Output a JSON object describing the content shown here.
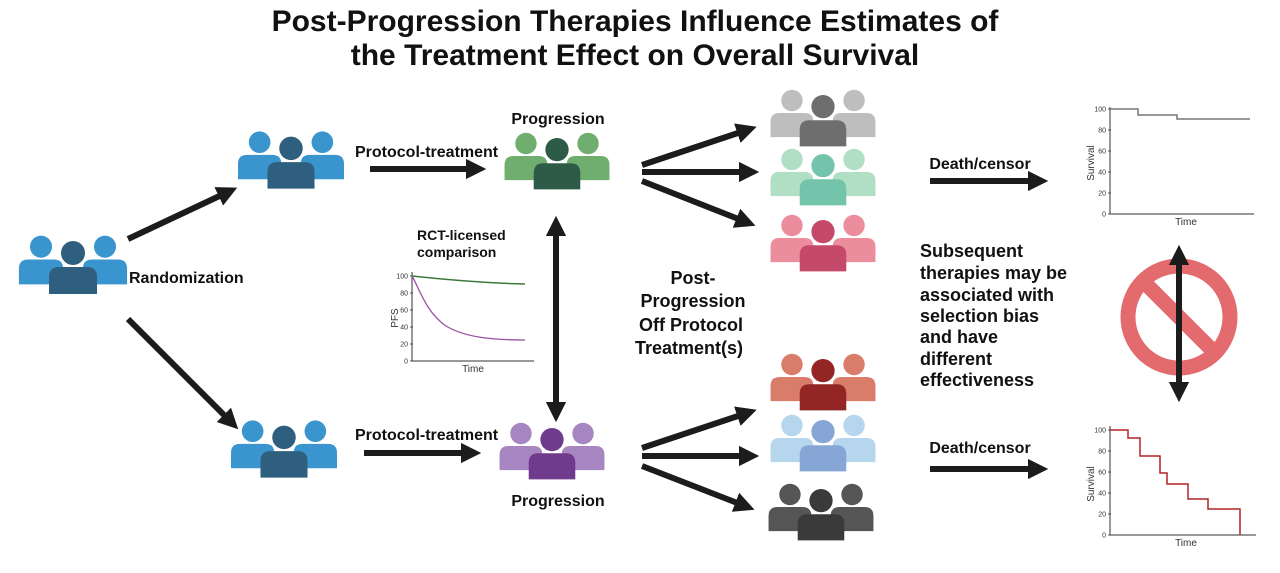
{
  "title_line1": "Post-Progression Therapies Influence Estimates of",
  "title_line2": "the Treatment Effect on Overall Survival",
  "labels": {
    "randomization": "Randomization",
    "protocol_treatment_top": "Protocol-treatment",
    "protocol_treatment_bottom": "Protocol-treatment",
    "progression_top": "Progression",
    "progression_bottom": "Progression",
    "rct_line1": "RCT-licensed",
    "rct_line2": "comparison",
    "post_line1": "Post-",
    "post_line2": "Progression",
    "post_line3": "Off Protocol",
    "post_line4": "Treatment(s)",
    "death_censor_top": "Death/censor",
    "death_censor_bottom": "Death/censor",
    "subsequent": [
      "Subsequent",
      "therapies may be",
      "associated with",
      "selection bias",
      "and have",
      "different",
      "effectiveness"
    ]
  },
  "colors": {
    "blue_front": "#2f5f7e",
    "blue_back": "#3a95cf",
    "green_front": "#2e5a48",
    "green_back": "#6fae6f",
    "purple_front": "#6f3b8c",
    "purple_back": "#a785c1",
    "gray_front": "#6e6e6e",
    "gray_back": "#bebebe",
    "mint_front": "#74c4ab",
    "mint_back": "#b0dfc4",
    "pink_front": "#c54a6a",
    "pink_back": "#eb8d9d",
    "salmon_front": "#932525",
    "salmon_back": "#d97c6a",
    "lightblue_front": "#86a6d6",
    "lightblue_back": "#b5d6ec",
    "dark_front": "#3a3a3a",
    "dark_back": "#555555",
    "no_sign": "#e36b6d",
    "arrow": "#1c1c1c"
  },
  "pfs_chart": {
    "ylabel": "PFS",
    "xlabel": "Time",
    "yticks": [
      "100",
      "80",
      "60",
      "40",
      "20",
      "0"
    ]
  },
  "survival_top": {
    "ylabel": "Survival",
    "xlabel": "Time",
    "yticks": [
      "100",
      "80",
      "60",
      "40",
      "20",
      "0"
    ]
  },
  "survival_bottom": {
    "ylabel": "Survival",
    "xlabel": "Time",
    "yticks": [
      "100",
      "80",
      "60",
      "40",
      "20",
      "0"
    ]
  }
}
